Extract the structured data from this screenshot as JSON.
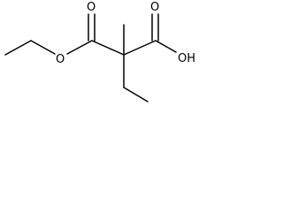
{
  "molecule": {
    "atoms": {
      "ester_carbonyl_oxygen": "O",
      "ester_ether_oxygen": "O",
      "acid_carbonyl_oxygen": "O",
      "acid_hydroxyl": "OH"
    },
    "colors": {
      "bond": "#000000",
      "label": "#000000",
      "background": "#ffffff"
    }
  }
}
